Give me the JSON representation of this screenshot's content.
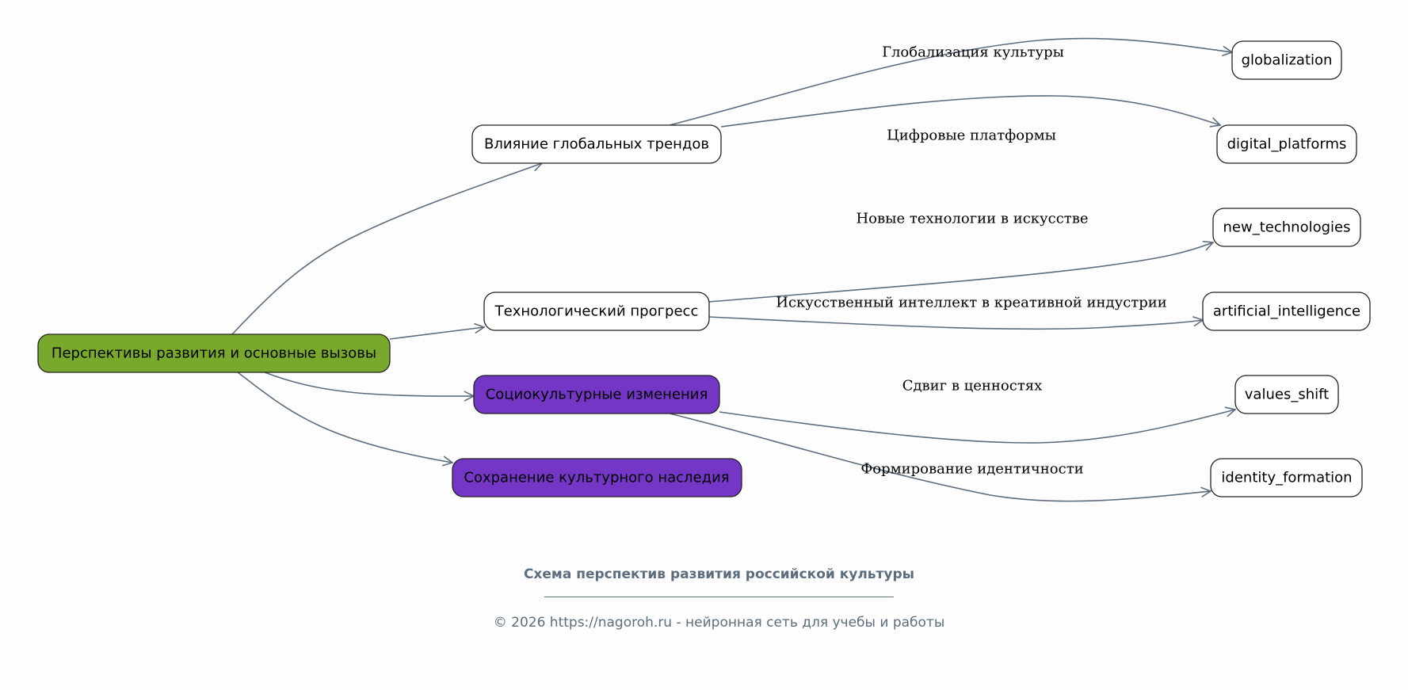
{
  "colors": {
    "background": "#fdfdfd",
    "root_fill": "#78a92c",
    "accent_fill": "#7436c4",
    "default_fill": "#ffffff",
    "edge": "#5d6d7e",
    "caption": "#5d6d7e"
  },
  "nodes": [
    {
      "id": "root",
      "label": "Перспективы развития и основные вызовы",
      "style": "root"
    },
    {
      "id": "global_trends",
      "label": "Влияние глобальных трендов",
      "style": "default"
    },
    {
      "id": "tech_progress",
      "label": "Технологический прогресс",
      "style": "default"
    },
    {
      "id": "sociocultural",
      "label": "Социокультурные изменения",
      "style": "accent"
    },
    {
      "id": "heritage",
      "label": "Сохранение культурного наследия",
      "style": "accent"
    },
    {
      "id": "globalization",
      "label": "globalization",
      "style": "default"
    },
    {
      "id": "digital_platforms",
      "label": "digital_platforms",
      "style": "default"
    },
    {
      "id": "new_technologies",
      "label": "new_technologies",
      "style": "default"
    },
    {
      "id": "artificial_intelligence",
      "label": "artificial_intelligence",
      "style": "default"
    },
    {
      "id": "values_shift",
      "label": "values_shift",
      "style": "default"
    },
    {
      "id": "identity_formation",
      "label": "identity_formation",
      "style": "default"
    }
  ],
  "edges": [
    {
      "from": "root",
      "to": "global_trends",
      "label": ""
    },
    {
      "from": "root",
      "to": "tech_progress",
      "label": ""
    },
    {
      "from": "root",
      "to": "sociocultural",
      "label": ""
    },
    {
      "from": "root",
      "to": "heritage",
      "label": ""
    },
    {
      "from": "global_trends",
      "to": "globalization",
      "label": "Глобализация культуры"
    },
    {
      "from": "global_trends",
      "to": "digital_platforms",
      "label": "Цифровые платформы"
    },
    {
      "from": "tech_progress",
      "to": "new_technologies",
      "label": "Новые технологии в искусстве"
    },
    {
      "from": "tech_progress",
      "to": "artificial_intelligence",
      "label": "Искусственный интеллект в креативной индустрии"
    },
    {
      "from": "sociocultural",
      "to": "values_shift",
      "label": "Сдвиг в ценностях"
    },
    {
      "from": "sociocultural",
      "to": "identity_formation",
      "label": "Формирование идентичности"
    }
  ],
  "caption": {
    "title": "Схема перспектив развития российской культуры",
    "copyright": "© 2026 https://nagoroh.ru - нейронная сеть для учебы и работы"
  }
}
